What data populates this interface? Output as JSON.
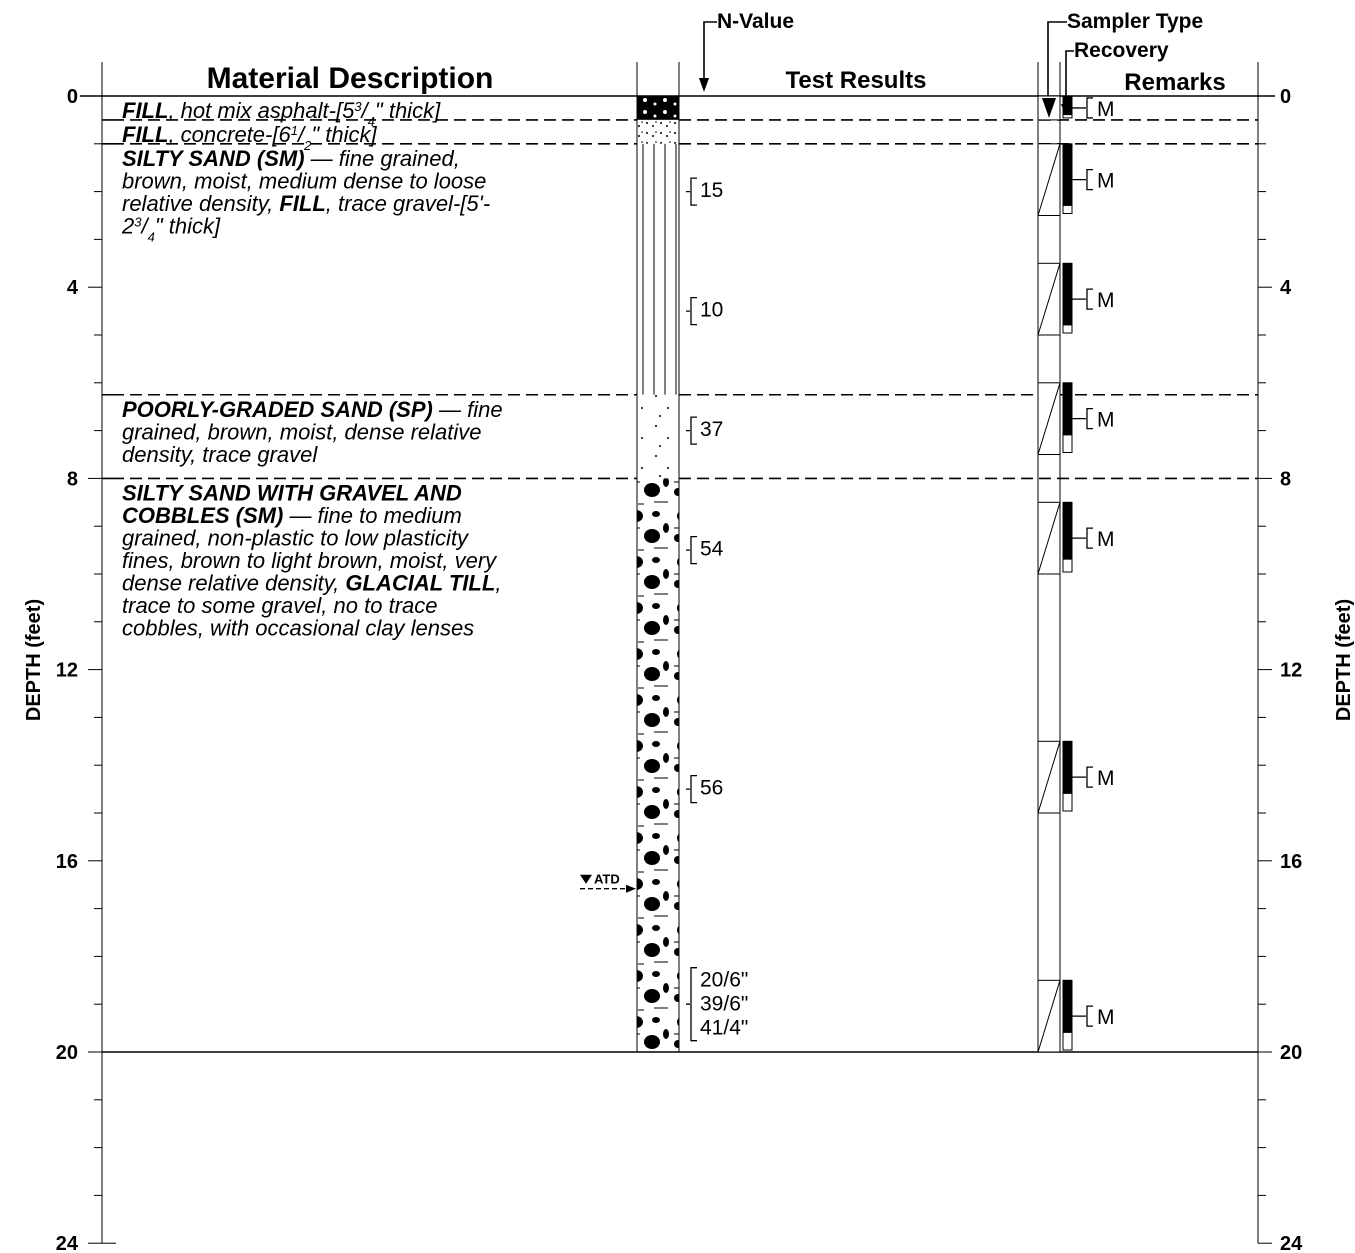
{
  "headers": {
    "material_description": "Material Description",
    "test_results": "Test Results",
    "remarks": "Remarks",
    "n_value": "N-Value",
    "sampler_type": "Sampler Type",
    "recovery": "Recovery"
  },
  "axis": {
    "label_left": "DEPTH (feet)",
    "label_right": "DEPTH (feet)",
    "depth_min": 0,
    "depth_max": 24,
    "major_ticks": [
      0,
      4,
      8,
      12,
      16,
      20,
      24
    ],
    "minor_step": 1
  },
  "layers": [
    {
      "top": 0,
      "bottom": 0.5,
      "pattern": "asphalt",
      "lines": [
        [
          {
            "t": "FILL",
            "b": true
          },
          {
            "t": ", hot mix asphalt-[5"
          },
          {
            "t": "3",
            "sup": true
          },
          {
            "t": "/"
          },
          {
            "t": "4",
            "sub": true
          },
          {
            "t": "\" thick]"
          }
        ]
      ]
    },
    {
      "top": 0.5,
      "bottom": 1.0,
      "pattern": "concrete",
      "lines": [
        [
          {
            "t": "FILL",
            "b": true
          },
          {
            "t": ", concrete-[6"
          },
          {
            "t": "1",
            "sup": true
          },
          {
            "t": "/"
          },
          {
            "t": "2",
            "sub": true
          },
          {
            "t": "\" thick]"
          }
        ]
      ]
    },
    {
      "top": 1.0,
      "bottom": 6.25,
      "pattern": "silty",
      "lines": [
        [
          {
            "t": "SILTY SAND (SM)",
            "b": true
          },
          {
            "t": " — fine grained,"
          }
        ],
        [
          {
            "t": "brown, moist, medium dense to loose"
          }
        ],
        [
          {
            "t": "relative density, "
          },
          {
            "t": "FILL",
            "b": true
          },
          {
            "t": ", trace gravel-[5'-"
          }
        ],
        [
          {
            "t": "2"
          },
          {
            "t": "3",
            "sup": true
          },
          {
            "t": "/"
          },
          {
            "t": "4",
            "sub": true
          },
          {
            "t": "\" thick]"
          }
        ]
      ]
    },
    {
      "top": 6.25,
      "bottom": 8.0,
      "pattern": "sand",
      "lines": [
        [
          {
            "t": "POORLY-GRADED SAND (SP)",
            "b": true
          },
          {
            "t": " — fine"
          }
        ],
        [
          {
            "t": "grained, brown, moist, dense relative"
          }
        ],
        [
          {
            "t": "density, trace gravel"
          }
        ]
      ]
    },
    {
      "top": 8.0,
      "bottom": 20.0,
      "pattern": "gravel",
      "lines": [
        [
          {
            "t": "SILTY SAND WITH GRAVEL AND",
            "b": true
          }
        ],
        [
          {
            "t": "COBBLES (SM)",
            "b": true
          },
          {
            "t": " — fine to medium"
          }
        ],
        [
          {
            "t": "grained, non-plastic to low plasticity"
          }
        ],
        [
          {
            "t": "fines, brown to light brown, moist, very"
          }
        ],
        [
          {
            "t": "dense relative density, "
          },
          {
            "t": "GLACIAL TILL",
            "b": true
          },
          {
            "t": ","
          }
        ],
        [
          {
            "t": "trace to some gravel, no to trace"
          }
        ],
        [
          {
            "t": "cobbles, with occasional clay lenses"
          }
        ]
      ]
    }
  ],
  "n_values": [
    {
      "depth": 2.0,
      "lines": [
        "15"
      ]
    },
    {
      "depth": 4.5,
      "lines": [
        "10"
      ]
    },
    {
      "depth": 7.0,
      "lines": [
        "37"
      ]
    },
    {
      "depth": 9.5,
      "lines": [
        "54"
      ]
    },
    {
      "depth": 14.5,
      "lines": [
        "56"
      ]
    },
    {
      "depth": 19.0,
      "lines": [
        "20/6\"",
        "39/6\"",
        "41/4\""
      ]
    }
  ],
  "samples": [
    {
      "top": 0.0,
      "bottom": 0.5,
      "recovery_top": 0.0,
      "recovery_bottom": 0.4,
      "type": "grab",
      "remark": "M"
    },
    {
      "top": 1.0,
      "bottom": 2.5,
      "recovery_top": 1.0,
      "recovery_bottom": 2.3,
      "type": "split-spoon",
      "remark": "M"
    },
    {
      "top": 3.5,
      "bottom": 5.0,
      "recovery_top": 3.5,
      "recovery_bottom": 4.8,
      "type": "split-spoon",
      "remark": "M"
    },
    {
      "top": 6.0,
      "bottom": 7.5,
      "recovery_top": 6.0,
      "recovery_bottom": 7.1,
      "type": "split-spoon",
      "remark": "M"
    },
    {
      "top": 8.5,
      "bottom": 10.0,
      "recovery_top": 8.5,
      "recovery_bottom": 9.7,
      "type": "split-spoon",
      "remark": "M"
    },
    {
      "top": 13.5,
      "bottom": 15.0,
      "recovery_top": 13.5,
      "recovery_bottom": 14.6,
      "type": "split-spoon",
      "remark": "M"
    },
    {
      "top": 18.5,
      "bottom": 20.0,
      "recovery_top": 18.5,
      "recovery_bottom": 19.6,
      "type": "split-spoon",
      "remark": "M"
    }
  ],
  "groundwater": {
    "depth": 16.5,
    "label": "ATD"
  }
}
